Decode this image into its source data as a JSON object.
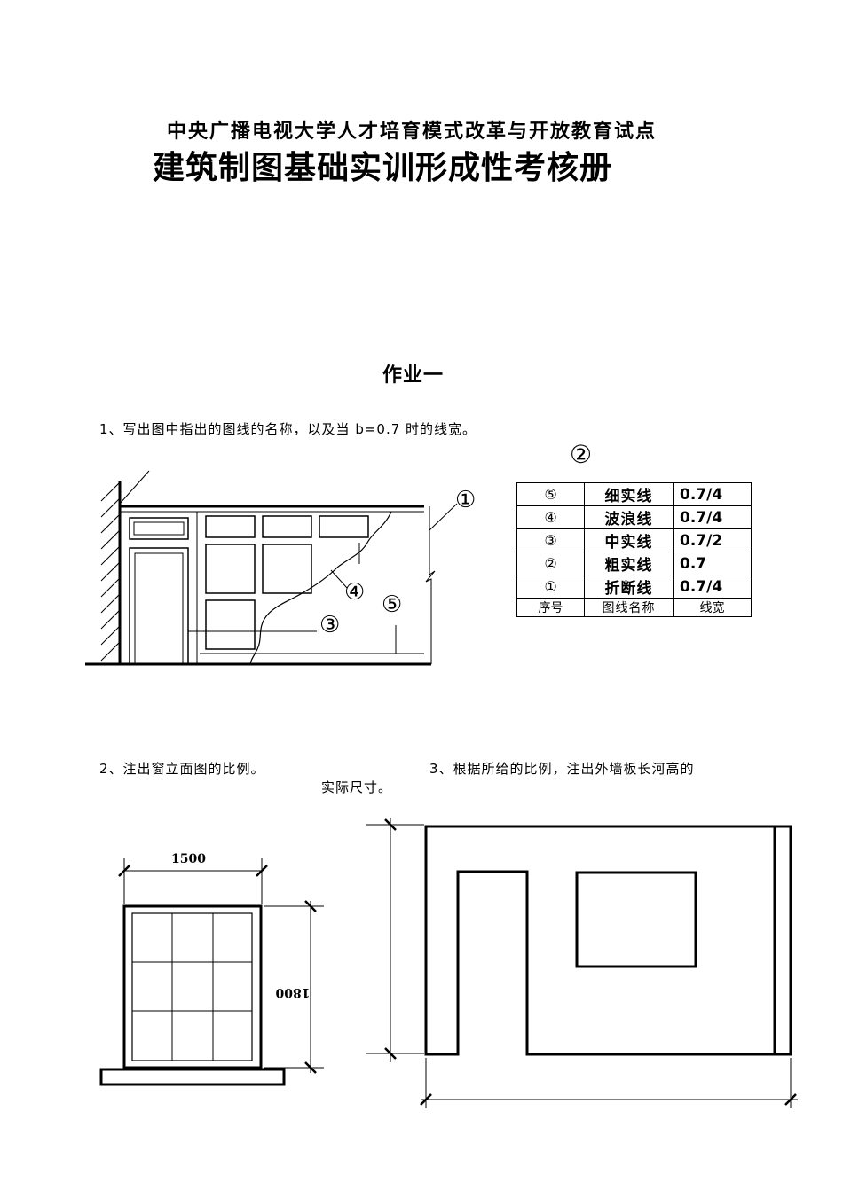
{
  "header": {
    "subtitle": "中央广播电视大学人才培育模式改革与开放教育试点",
    "title": "建筑制图基础实训形成性考核册"
  },
  "assignment_title": "作业一",
  "question1": {
    "text": "1、写出图中指出的图线的名称，以及当 b=0.7 时的线宽。",
    "marker_top": "②",
    "callouts": {
      "c1": "①",
      "c3": "③",
      "c4": "④",
      "c5": "⑤"
    },
    "table": {
      "rows": [
        {
          "no": "⑤",
          "name": "细实线",
          "width": "0.7/4"
        },
        {
          "no": "④",
          "name": "波浪线",
          "width": "0.7/4"
        },
        {
          "no": "③",
          "name": "中实线",
          "width": "0.7/2"
        },
        {
          "no": "②",
          "name": "粗实线",
          "width": "0.7"
        },
        {
          "no": "①",
          "name": "折断线",
          "width": "0.7/4"
        }
      ],
      "header": {
        "no": "序号",
        "name": "图线名称",
        "width": "线宽"
      }
    }
  },
  "question2": {
    "text": "2、注出窗立面图的比例。",
    "dim_width": "1500",
    "dim_height": "1800"
  },
  "question3": {
    "text_line1": "3、根据所给的比例，注出外墙板长河高的",
    "text_line2": "实际尺寸。"
  }
}
